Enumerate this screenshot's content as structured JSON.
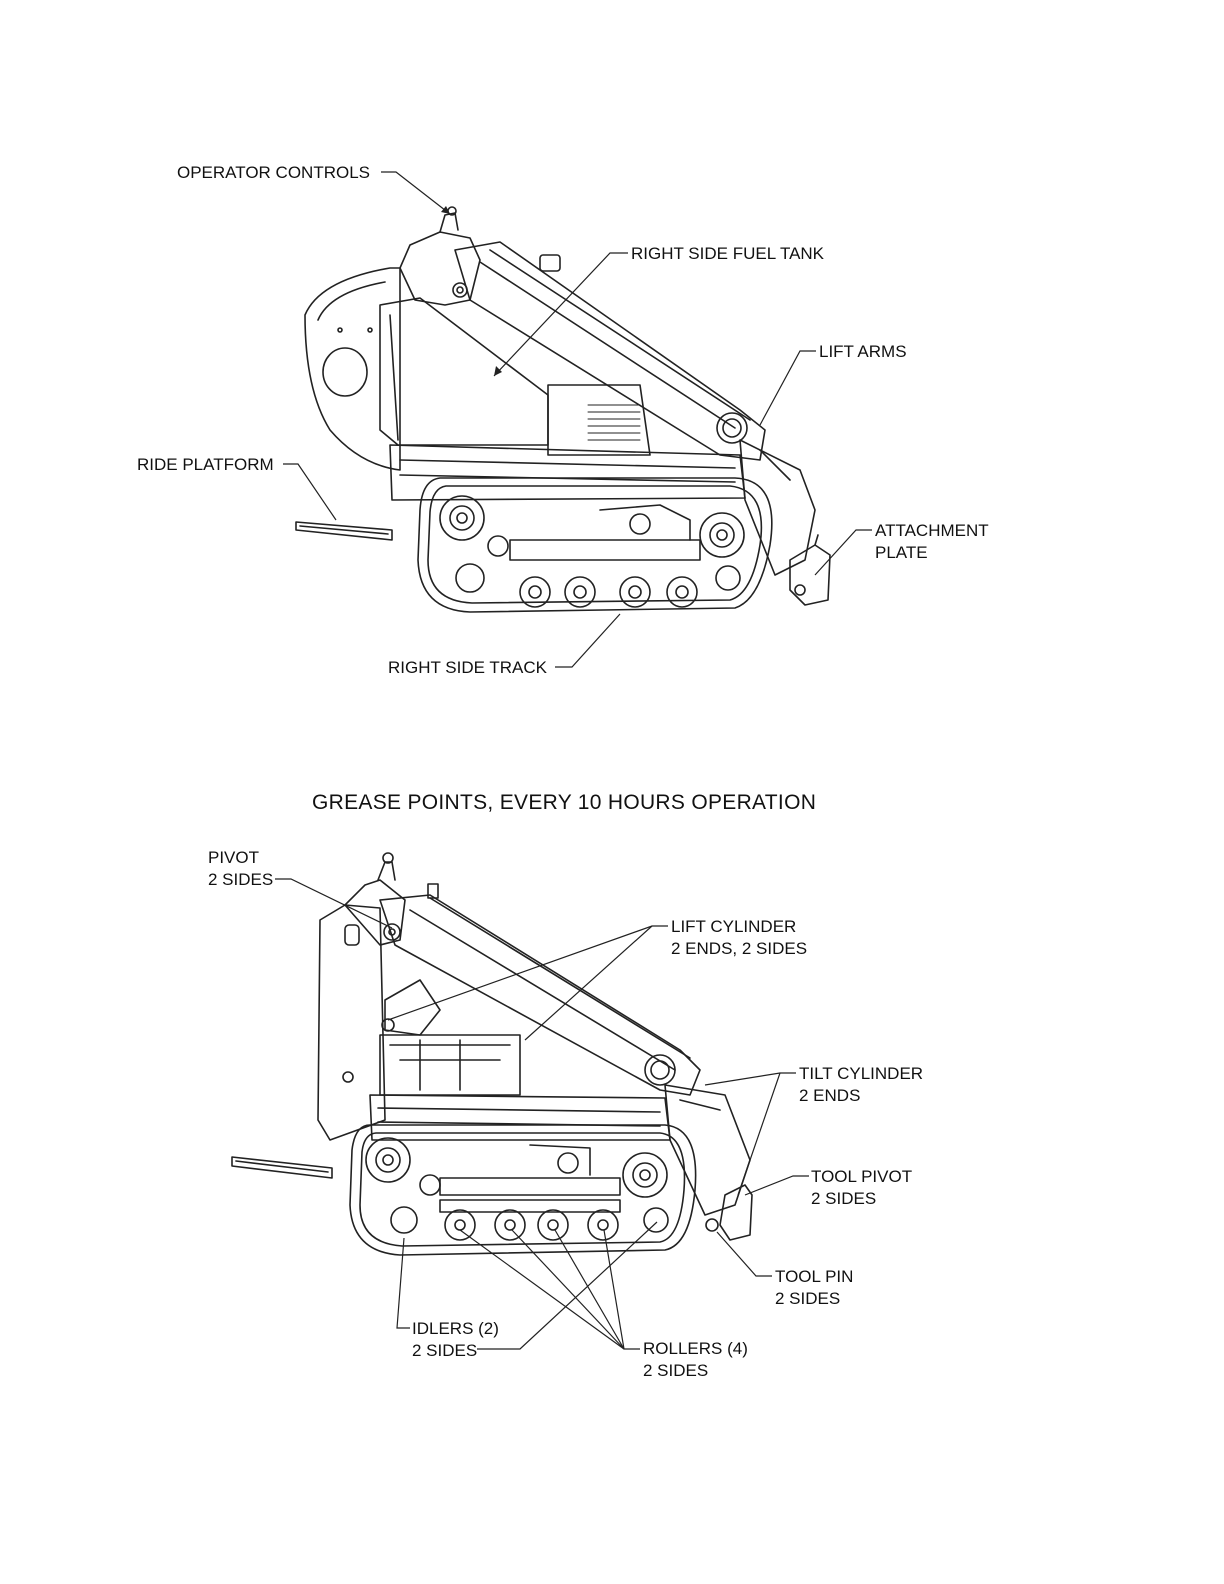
{
  "top_diagram": {
    "callouts": {
      "operator_controls": "OPERATOR CONTROLS",
      "right_side_fuel_tank": "RIGHT SIDE FUEL TANK",
      "lift_arms": "LIFT ARMS",
      "ride_platform": "RIDE PLATFORM",
      "attachment_plate_line1": "ATTACHMENT",
      "attachment_plate_line2": "PLATE",
      "right_side_track": "RIGHT SIDE TRACK"
    }
  },
  "bottom_diagram": {
    "title": "GREASE POINTS, EVERY 10 HOURS OPERATION",
    "callouts": {
      "pivot_line1": "PIVOT",
      "pivot_line2": "2 SIDES",
      "lift_cylinder_line1": "LIFT CYLINDER",
      "lift_cylinder_line2": "2 ENDS, 2 SIDES",
      "tilt_cylinder_line1": "TILT CYLINDER",
      "tilt_cylinder_line2": "2 ENDS",
      "tool_pivot_line1": "TOOL PIVOT",
      "tool_pivot_line2": "2 SIDES",
      "tool_pin_line1": "TOOL PIN",
      "tool_pin_line2": "2 SIDES",
      "idlers_line1": "IDLERS (2)",
      "idlers_line2": "2 SIDES",
      "rollers_line1": "ROLLERS (4)",
      "rollers_line2": "2 SIDES"
    }
  }
}
